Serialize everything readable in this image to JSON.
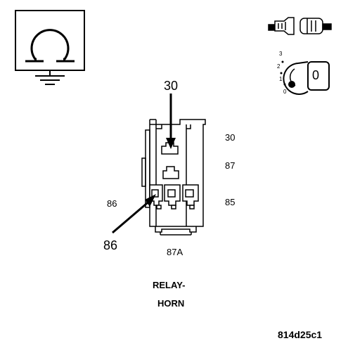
{
  "icons": {
    "ohmmeter": "ohmmeter-ground-icon",
    "connector": "disconnect-connector-icon",
    "ignition": "ignition-key-icon"
  },
  "ignition": {
    "positions": [
      "3",
      "2",
      "1",
      "0"
    ],
    "key_label": "0"
  },
  "relay": {
    "callout_30": "30",
    "callout_86": "86",
    "pin_30": "30",
    "pin_87": "87",
    "pin_86": "86",
    "pin_85": "85",
    "pin_87a": "87A",
    "title_line1": "RELAY-",
    "title_line2": "HORN"
  },
  "figure_id": "814d25c1"
}
